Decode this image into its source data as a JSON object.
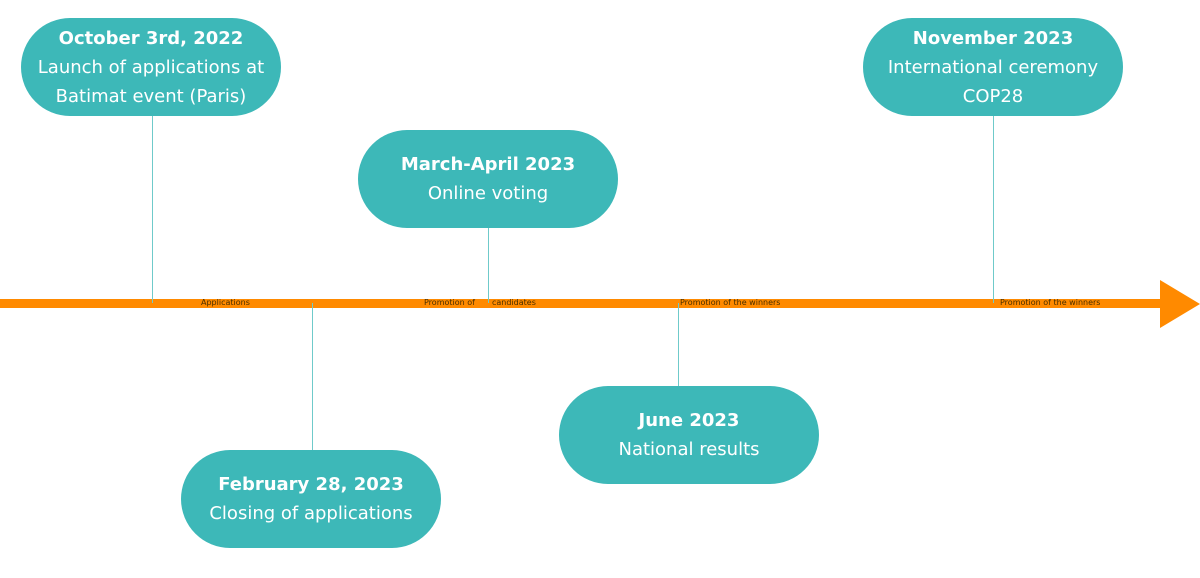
{
  "events": [
    {
      "date": "October 3rd, 2022",
      "desc1": "Launch of applications at",
      "desc2": "Batimat event (Paris)"
    },
    {
      "date": "February 28, 2023",
      "desc1": "Closing of applications"
    },
    {
      "date": "March-April 2023",
      "desc1": "Online voting"
    },
    {
      "date": "June 2023",
      "desc1": "National results"
    },
    {
      "date": "November 2023",
      "desc1": "International ceremony",
      "desc2": "COP28"
    }
  ],
  "phases": [
    "Applications",
    "Promotion of",
    "candidates",
    "Promotion of the winners",
    "Promotion of the winners"
  ],
  "colors": {
    "pill": "#3db8b8",
    "arrow": "#ff8a00"
  }
}
